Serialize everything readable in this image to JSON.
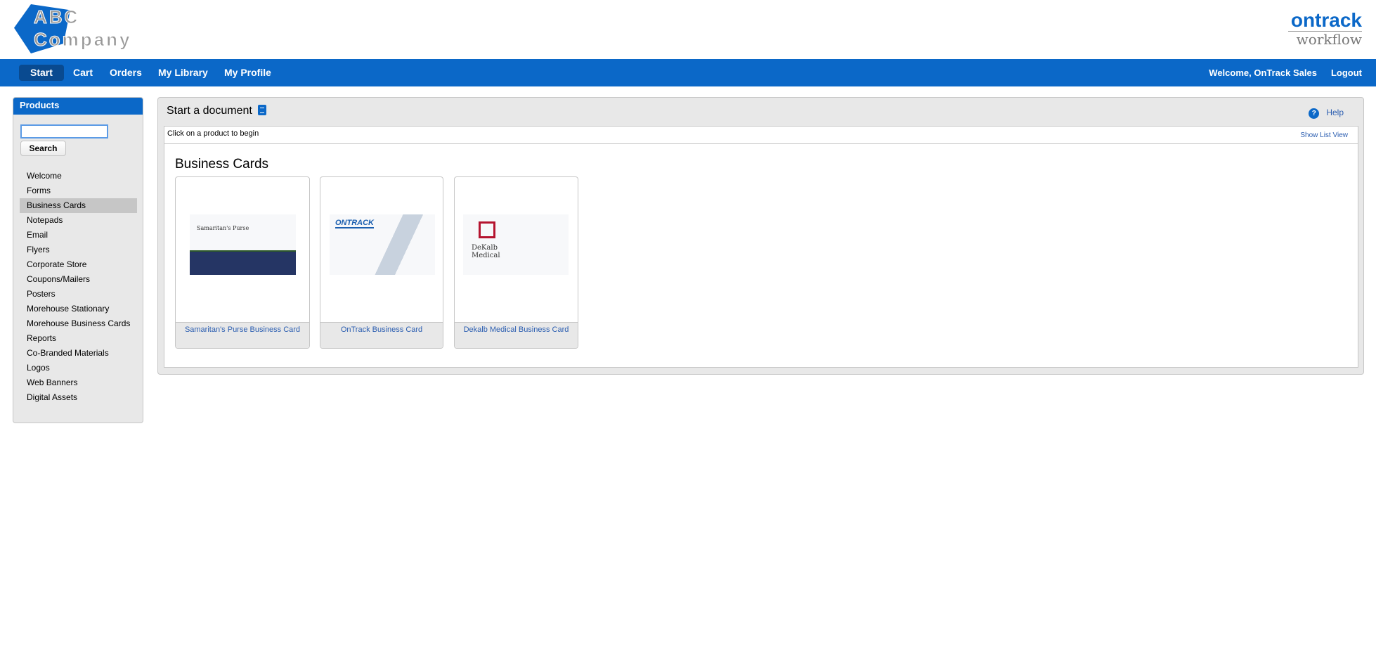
{
  "header": {
    "logo_text": "ABC Company",
    "partner_logo_top": "ontrack",
    "partner_logo_bottom": "workflow"
  },
  "nav": {
    "items": [
      "Start",
      "Cart",
      "Orders",
      "My Library",
      "My Profile"
    ],
    "active": "Start",
    "welcome": "Welcome, OnTrack Sales",
    "logout": "Logout"
  },
  "sidebar": {
    "title": "Products",
    "search_value": "",
    "search_button": "Search",
    "selected": "Business Cards",
    "items": [
      "Welcome",
      "Forms",
      "Business Cards",
      "Notepads",
      "Email",
      "Flyers",
      "Corporate Store",
      "Coupons/Mailers",
      "Posters",
      "Morehouse Stationary",
      "Morehouse Business Cards",
      "Reports",
      "Co-Branded Materials",
      "Logos",
      "Web Banners",
      "Digital Assets"
    ]
  },
  "main": {
    "title": "Start a document",
    "help": "Help",
    "instruction": "Click on a product to begin",
    "show_list_view": "Show List View",
    "section_title": "Business Cards",
    "products": [
      {
        "name": "Samaritan's Purse Business Card",
        "brand": "Samaritan's Purse"
      },
      {
        "name": "OnTrack Business Card",
        "brand": "ONTRACK"
      },
      {
        "name": "Dekalb Medical Business Card",
        "brand": "DeKalb Medical"
      }
    ]
  },
  "colors": {
    "brand_blue": "#0b68c8",
    "link": "#2a5db0",
    "panel": "#e8e8e8"
  }
}
